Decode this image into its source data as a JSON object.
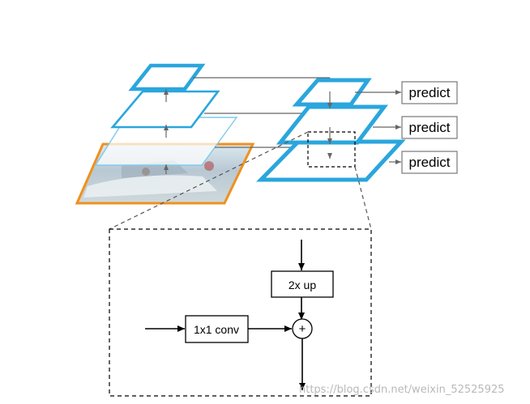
{
  "predict_boxes": [
    {
      "label": "predict"
    },
    {
      "label": "predict"
    },
    {
      "label": "predict"
    }
  ],
  "detail": {
    "upsample_label": "2x up",
    "lateral_label": "1x1 conv",
    "merge_symbol": "+"
  },
  "watermark": "https://blog.csdn.net/weixin_52525925",
  "colors": {
    "pyramid_blue": "#2aa6dd",
    "input_orange": "#f0901d",
    "arrow_gray": "#666666"
  }
}
